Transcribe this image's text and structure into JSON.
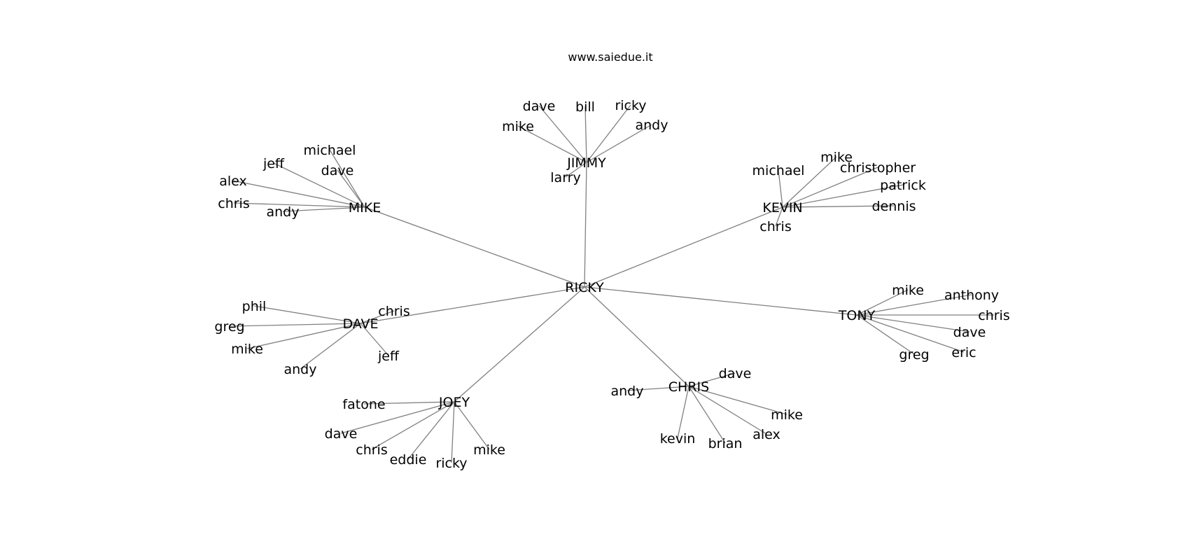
{
  "title": "www.saiedue.it",
  "colors": {
    "edge": "#808080",
    "text": "#000000",
    "background": "#ffffff"
  },
  "graph": {
    "root": "RICKY",
    "hubs": [
      {
        "id": "jimmy",
        "label": "JIMMY",
        "children": [
          "mike",
          "dave",
          "bill",
          "ricky",
          "andy",
          "larry"
        ]
      },
      {
        "id": "mike",
        "label": "MIKE",
        "children": [
          "michael",
          "jeff",
          "dave",
          "alex",
          "chris",
          "andy"
        ]
      },
      {
        "id": "kevin",
        "label": "KEVIN",
        "children": [
          "michael",
          "mike",
          "christopher",
          "patrick",
          "dennis",
          "chris"
        ]
      },
      {
        "id": "dave",
        "label": "DAVE",
        "children": [
          "phil",
          "chris",
          "greg",
          "mike",
          "andy",
          "jeff"
        ]
      },
      {
        "id": "tony",
        "label": "TONY",
        "children": [
          "mike",
          "anthony",
          "chris",
          "dave",
          "eric",
          "greg"
        ]
      },
      {
        "id": "joey",
        "label": "JOEY",
        "children": [
          "fatone",
          "dave",
          "chris",
          "eddie",
          "ricky",
          "mike"
        ]
      },
      {
        "id": "chris",
        "label": "CHRIS",
        "children": [
          "dave",
          "andy",
          "mike",
          "alex",
          "brian",
          "kevin"
        ]
      }
    ]
  }
}
